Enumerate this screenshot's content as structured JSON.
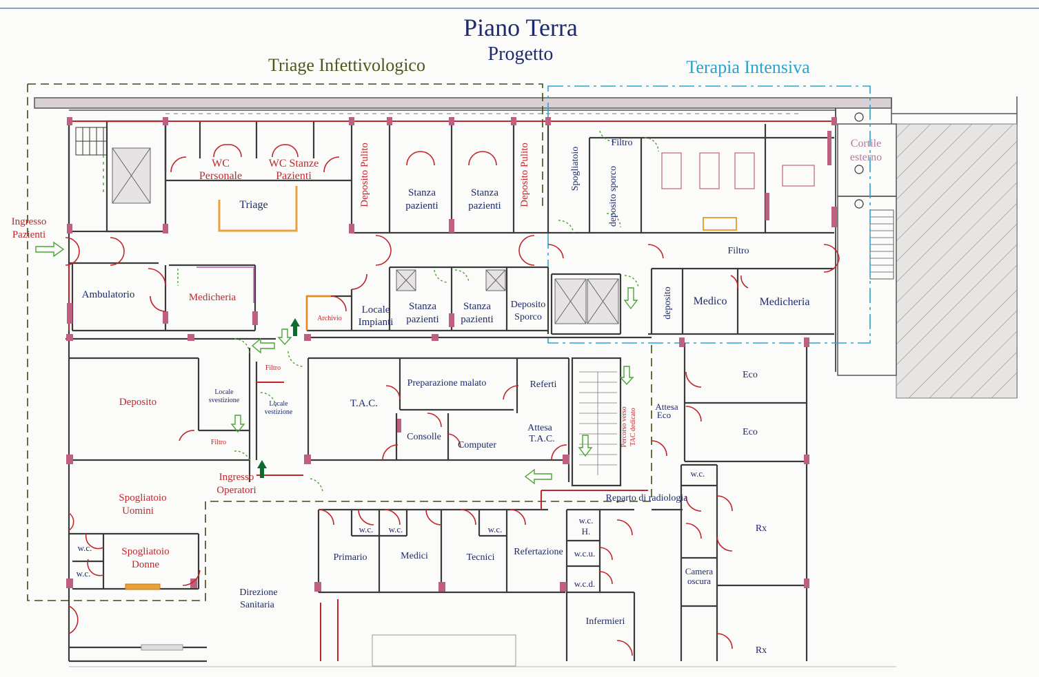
{
  "header": {
    "title": "Piano  Terra",
    "subtitle": "Progetto",
    "zone_left": "Triage Infettivologico",
    "zone_right": "Terapia Intensiva"
  },
  "colors": {
    "zone_left": "#3c4a12",
    "zone_right": "#2aa3cf",
    "title": "#1f2a6b",
    "wall": "#3a3a3a",
    "pillar": "#c06080",
    "arrow": "#4aa334",
    "arrow_dark": "#0d6b2d"
  },
  "labels": {
    "ingresso_pazienti_1": "Ingresso",
    "ingresso_pazienti_2": "Pazienti",
    "wc_personale_1": "WC",
    "wc_personale_2": "Personale",
    "wc_stanze_1": "WC  Stanze",
    "wc_stanze_2": "Pazienti",
    "triage": "Triage",
    "deposito_pulito_a": "Deposito Pulito",
    "stanza_pazienti_1": "Stanza",
    "stanza_pazienti_2": "pazienti",
    "deposito_pulito_b": "Deposito Pulito",
    "spogliatoio": "Spogliatoio",
    "filtro": "Filtro",
    "deposito_sporco_v": "deposito sporco",
    "cortile_1": "Cortile",
    "cortile_2": "esterno",
    "filtro_ti": "Filtro",
    "ambulatorio": "Ambulatorio",
    "medicheria": "Medicheria",
    "archivio": "Archivio",
    "locale_impianti_1": "Locale",
    "locale_impianti_2": "Impianti",
    "deposito_sporco_1": "Deposito",
    "deposito_sporco_2": "Sporco",
    "deposito_v": "deposito",
    "medico": "Medico",
    "medicheria_ti": "Medicheria",
    "deposito": "Deposito",
    "locale_svestizione_1": "Locale",
    "locale_svestizione_2": "svestizione",
    "locale_vestizione_1": "Locale",
    "locale_vestizione_2": "vestizione",
    "tac": "T.A.C.",
    "preparazione_malato": "Preparazione malato",
    "referti": "Referti",
    "consolle": "Consolle",
    "computer": "Computer",
    "attesa_tac_1": "Attesa",
    "attesa_tac_2": "T.A.C.",
    "percorso_1": "Percorso verso",
    "percorso_2": "TAC dedicato",
    "attesa_eco_1": "Attesa",
    "attesa_eco_2": "Eco",
    "eco": "Eco",
    "ingresso_operatori_1": "Ingresso",
    "ingresso_operatori_2": "Operatori",
    "spogliatoio_uomini_1": "Spogliatoio",
    "spogliatoio_uomini_2": "Uomini",
    "spogliatoio_donne_1": "Spogliatoio",
    "spogliatoio_donne_2": "Donne",
    "wc": "w.c.",
    "reparto_radiologia": "Reparto  di radiologia",
    "primario": "Primario",
    "medici": "Medici",
    "tecnici": "Tecnici",
    "refertazione": "Refertazione",
    "wc_h_1": "w.c.",
    "wc_h_2": "H.",
    "wc_u": "w.c.u.",
    "wc_d": "w.c.d.",
    "rx": "Rx",
    "camera_oscura_1": "Camera",
    "camera_oscura_2": "oscura",
    "infermieri": "Infermieri",
    "direzione_1": "Direzione",
    "direzione_2": "Sanitaria"
  }
}
